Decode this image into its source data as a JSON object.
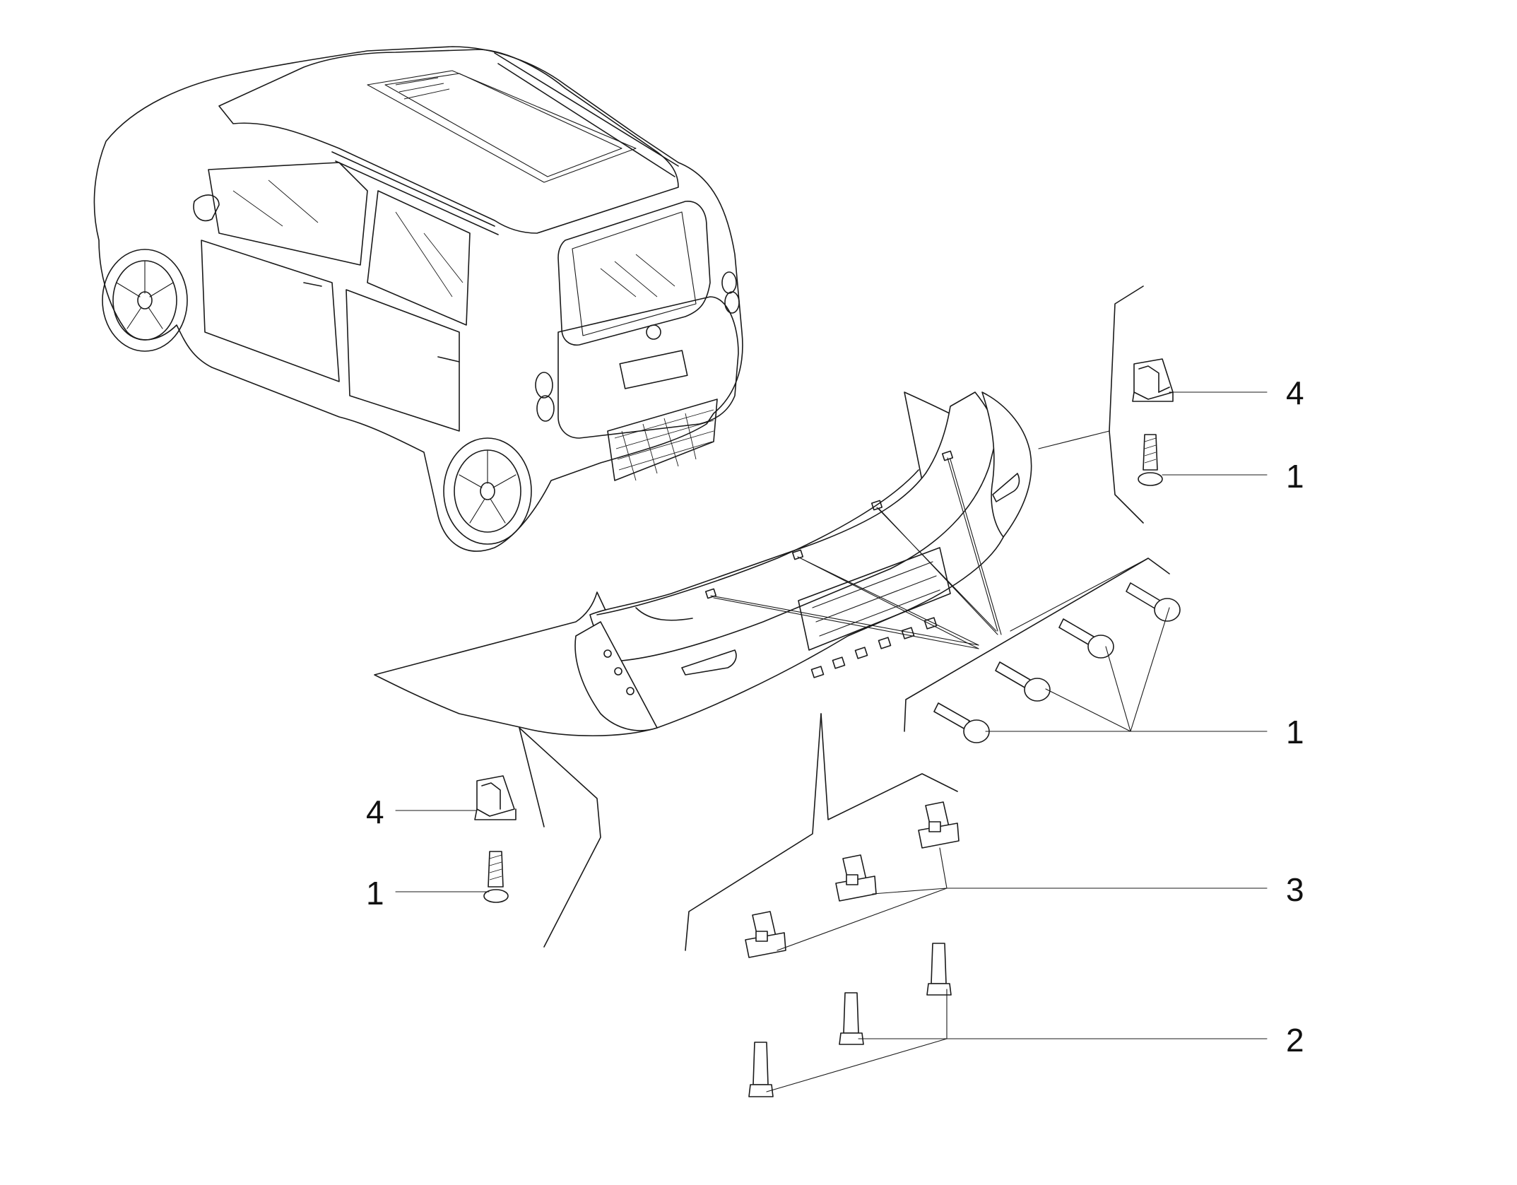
{
  "diagram": {
    "callouts": [
      {
        "id": "top-right-4",
        "label": "4"
      },
      {
        "id": "top-right-1",
        "label": "1"
      },
      {
        "id": "mid-right-1",
        "label": "1"
      },
      {
        "id": "mid-right-3",
        "label": "3"
      },
      {
        "id": "bottom-right-2",
        "label": "2"
      },
      {
        "id": "left-4",
        "label": "4"
      },
      {
        "id": "left-1",
        "label": "1"
      }
    ]
  }
}
